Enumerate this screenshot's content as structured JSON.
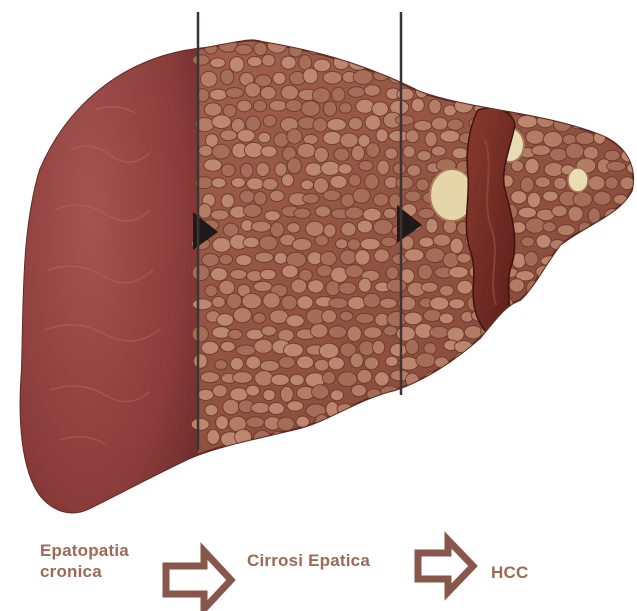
{
  "stages": [
    {
      "line1": "Epatopatia",
      "line2": "cronica"
    },
    {
      "label": "Cirrosi Epatica"
    },
    {
      "label": "HCC"
    }
  ],
  "colors": {
    "liver_healthy": "#8a3c3a",
    "liver_cirrhotic": "#9a5b4b",
    "nodule": "#b7826a",
    "tumor": "#6e2a22",
    "divider": "#3c3432",
    "arrow_outline": "#86574a",
    "label_text": "#9c6a55"
  }
}
